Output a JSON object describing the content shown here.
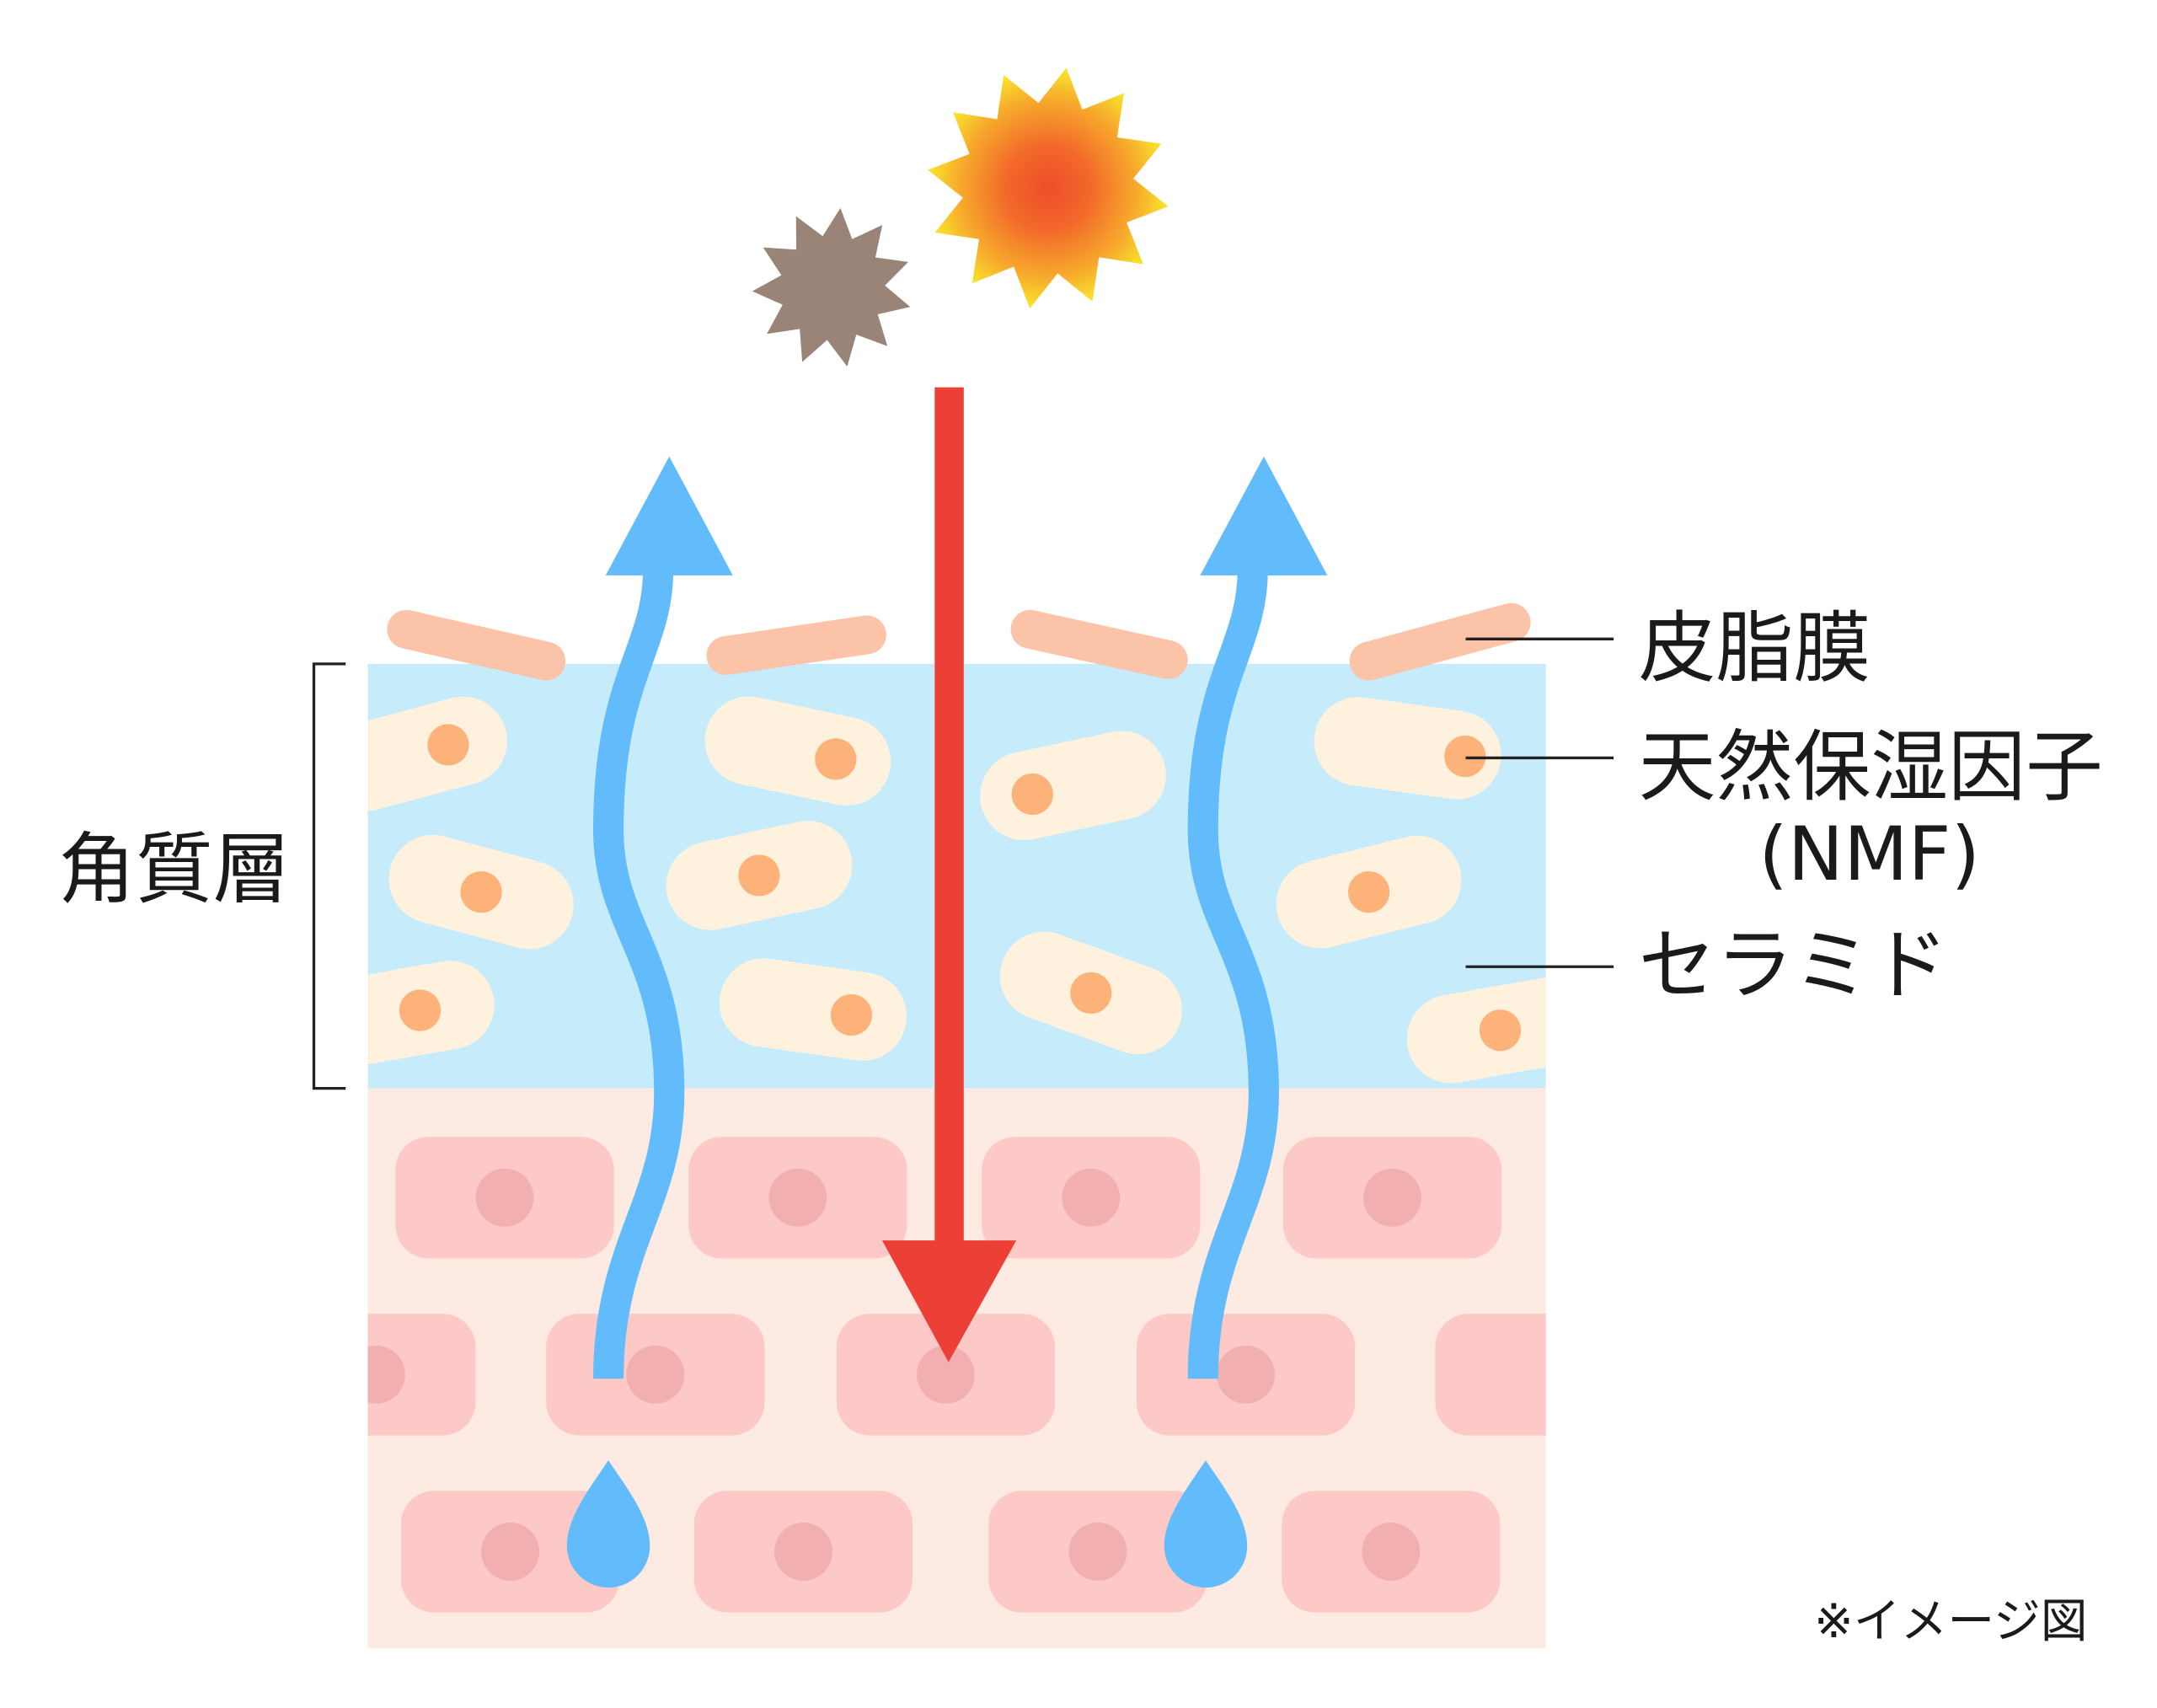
{
  "labels": {
    "stratum_corneum": "角質層",
    "sebum_film": "皮脂膜",
    "nmf": "天然保湿因子",
    "nmf_abbr": "(NMF)",
    "ceramide": "セラミド",
    "note": "※イメージ図"
  },
  "colors": {
    "sebum": "#fbc4a8",
    "corneum_layer": "#c6ebfb",
    "epidermis_layer": "#fdeae2",
    "cell": "#fcc9c6",
    "nucleus": "#f2afb0",
    "nmf_capsule": "#fef2de",
    "nmf_dot": "#fdb27a",
    "uv_arrow": "#ec3f36",
    "moisture_arrow": "#62bcfb",
    "dust": "#9a8377"
  },
  "icons": [
    "sun-icon",
    "dust-particle-icon",
    "water-drop-icon",
    "arrow-down-icon",
    "arrow-up-icon"
  ]
}
